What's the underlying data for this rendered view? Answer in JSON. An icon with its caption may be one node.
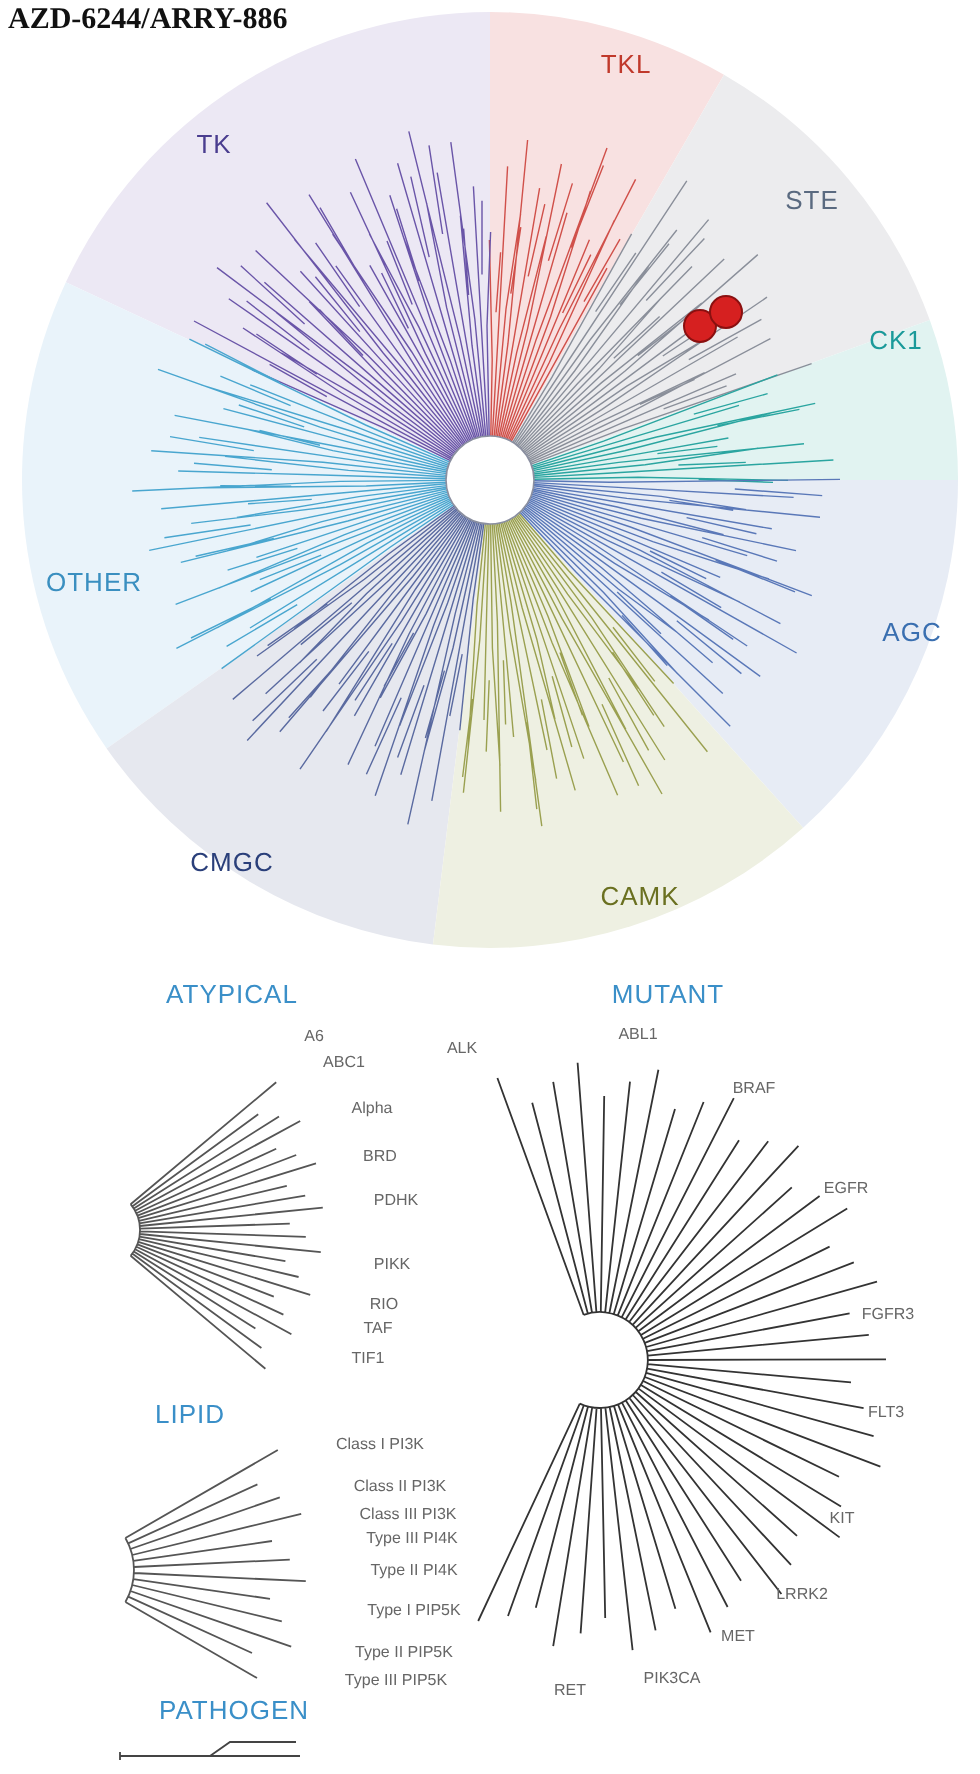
{
  "diagram": {
    "title": "AZD-6244/ARRY-886",
    "labels": [
      "TKL",
      "TK",
      "STE",
      "CK1",
      "OTHER",
      "AGC",
      "CMGC",
      "CAMK",
      "ATYPICAL",
      "MUTANT",
      "A6",
      "ABL1",
      "ALK",
      "ABC1",
      "BRAF",
      "Alpha",
      "BRD",
      "EGFR",
      "PDHK",
      "PIKK",
      "FGFR3",
      "RIO",
      "TAF",
      "TIF1",
      "FLT3",
      "LIPID",
      "Class I PI3K",
      "Class II PI3K",
      "Class III PI3K",
      "KIT",
      "Type III PI4K",
      "Type II PI4K",
      "LRRK2",
      "Type I PIP5K",
      "MET",
      "Type II PIP5K",
      "Type III PIP5K",
      "RET",
      "PIK3CA",
      "PATHOGEN"
    ]
  }
}
